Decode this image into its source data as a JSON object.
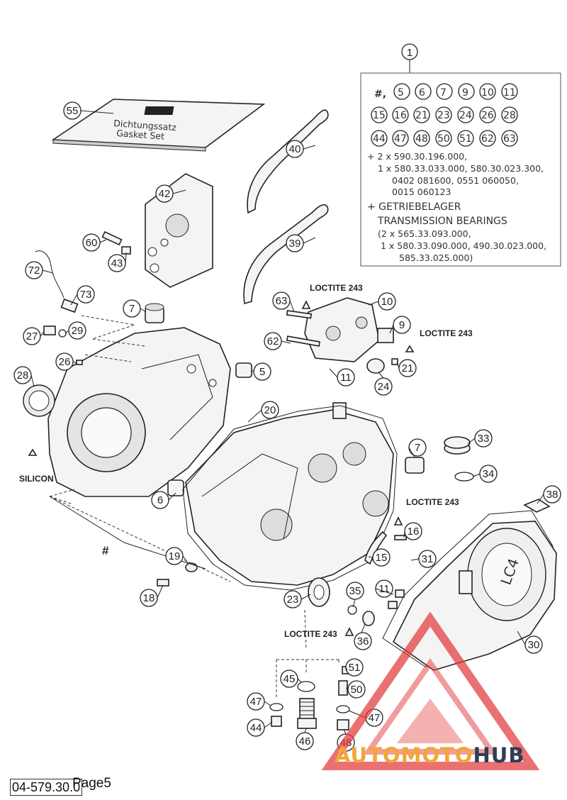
{
  "labels": {
    "p1": "1",
    "p5": "5",
    "p6": "6",
    "p7a": "7",
    "p7b": "7",
    "p9": "9",
    "p10": "10",
    "p11a": "11",
    "p11b": "11",
    "p15": "15",
    "p16": "16",
    "p18": "18",
    "p19": "19",
    "p20": "20",
    "p21": "21",
    "p23": "23",
    "p24": "24",
    "p26": "26",
    "p27": "27",
    "p28": "28",
    "p29": "29",
    "p30": "30",
    "p31": "31",
    "p33": "33",
    "p34": "34",
    "p35": "35",
    "p36": "36",
    "p38": "38",
    "p39": "39",
    "p40": "40",
    "p42": "42",
    "p43": "43",
    "p44": "44",
    "p45": "45",
    "p46": "46",
    "p47a": "47",
    "p47b": "47",
    "p48": "48",
    "p50": "50",
    "p51": "51",
    "p55": "55",
    "p60": "60",
    "p62": "62",
    "p63": "63",
    "p72": "72",
    "p73": "73"
  },
  "legend": {
    "circled_row1": [
      "#,",
      "5",
      "6",
      "7",
      "9",
      "10",
      "11"
    ],
    "circled_row2": [
      "15",
      "16",
      "21",
      "23",
      "24",
      "26",
      "28"
    ],
    "circled_row3": [
      "44",
      "47",
      "48",
      "50",
      "51",
      "62",
      "63"
    ],
    "lines": [
      "+ 2 x 590.30.196.000,",
      "1 x 580.33.033.000, 580.30.023.300,",
      "0402 081600, 0551 060050,",
      "0015 060123",
      "+ GETRIEBELAGER",
      "TRANSMISSION BEARINGS",
      "(2 x 565.33.093.000,",
      "1 x 580.33.090.000, 490.30.023.000,",
      "585.33.025.000)"
    ]
  },
  "callouts": {
    "loctite_1": "LOCTITE 243",
    "loctite_2": "LOCTITE 243",
    "loctite_3": "LOCTITE 243",
    "loctite_4": "LOCTITE 243",
    "silicon": "SILICON",
    "hash": "#"
  },
  "gasket_set_text": {
    "line1": "Dichtungssatz",
    "line2": "Gasket Set"
  },
  "cover_marking": "LC4",
  "footer": {
    "doc_number": "04-579.30.0",
    "page": "Page5",
    "brand_part1": "AUTO",
    "brand_part2": "MOTO",
    "brand_part3": "HUB"
  },
  "colors": {
    "watermark_red": "#e23b3b",
    "brand_orange": "#f3a636",
    "brand_navy": "#2f3d55"
  }
}
